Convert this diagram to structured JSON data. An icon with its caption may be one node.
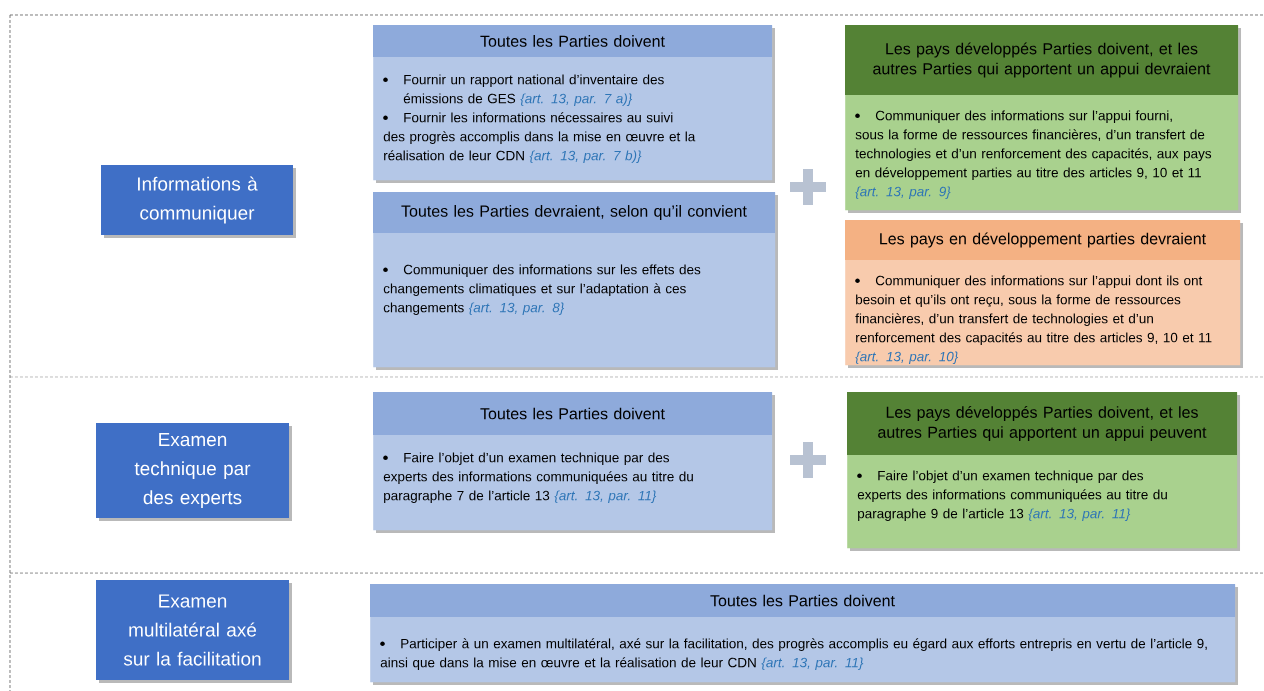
{
  "diagram": {
    "nodes": [
      {
        "text": [
          "Informations à communiquer"
        ]
      },
      {
        "text": [
          "Toutes les Parties doivent",
          "Fournir un rapport national d’inventaire des émissions de GES",
          "{art. 13, par. 7 a)}",
          "Fournir les informations nécessaires au suivi des progrès accomplis dans la mise en œuvre et la réalisation de leur CDN",
          "{art. 13, par. 7 b)}"
        ]
      },
      {
        "text": [
          "Toutes les Parties devraient, selon qu’il convient",
          "Communiquer des informations sur les effets des changements climatiques et sur l’adaptation à ces changements",
          "{art. 13, par. 8}"
        ]
      },
      {
        "text": [
          "Les pays développés Parties doivent, et les autres Parties qui apportent un appui devraient",
          "Communiquer des informations sur l’appui fourni, sous la forme de ressources financières, d’un transfert de technologies et d’un renforcement des capacités, aux pays en développement parties au titre des articles 9, 10 et 11",
          "{art. 13, par. 9}"
        ]
      },
      {
        "text": [
          "Les pays en développement parties devraient",
          "Communiquer des informations sur l’appui dont ils ont besoin et qu’ils ont reçu, sous la forme de ressources financières, d’un transfert de technologies et d’un renforcement des capacités au titre des articles 9, 10 et 11",
          "{art. 13, par. 10}"
        ]
      },
      {
        "text": [
          "Examen technique par des experts"
        ]
      },
      {
        "text": [
          "Toutes les Parties doivent",
          "Faire l’objet d’un examen technique par des experts des informations communiquées au titre du paragraphe 7 de l’article 13",
          "{art. 13, par. 11}"
        ]
      },
      {
        "text": [
          "Les pays développés Parties doivent, et les autres Parties qui apportent un appui peuvent",
          "Faire l’objet d’un examen technique par des experts des informations communiquées au titre du paragraphe 9 de l’article 13",
          "{art. 13, par. 11}"
        ]
      },
      {
        "text": [
          "Examen multilatéral axé sur la facilitation"
        ]
      },
      {
        "text": [
          "Toutes les Parties doivent",
          "Participer à un examen multilatéral, axé sur la facilitation, des progrès accomplis eu égard aux efforts entrepris en vertu de l’article 9, ainsi que dans la mise en œuvre et la réalisation de leur CDN",
          "{art. 13, par. 11}"
        ]
      }
    ]
  }
}
